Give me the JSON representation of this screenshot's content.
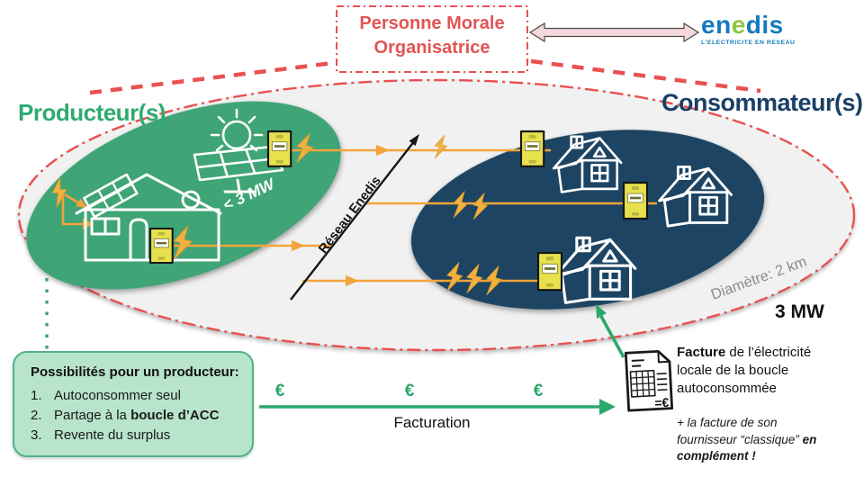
{
  "header": {
    "pmo_line1": "Personne Morale",
    "pmo_line2": "Organisatrice",
    "logo": {
      "part1": "en",
      "part2": "e",
      "part3": "dis",
      "tagline": "L'ELECTRICITE EN RESEAU"
    }
  },
  "zones": {
    "producers_label": "Producteur(s)",
    "consumers_label": "Consommateur(s)",
    "capacity_limit": "< 3 MW",
    "network_label": "Réseau Enedis",
    "diameter_label": "Diamètre: 2 km",
    "power_label": "3 MW"
  },
  "producer_options": {
    "title": "Possibilités pour un producteur:",
    "items": [
      {
        "num": "1.",
        "text": "Autoconsommer seul",
        "bold": ""
      },
      {
        "num": "2.",
        "text": "Partage à la ",
        "bold": "boucle d’ACC"
      },
      {
        "num": "3.",
        "text": "Revente du surplus",
        "bold": ""
      }
    ]
  },
  "billing": {
    "euro": "€",
    "label": "Facturation",
    "invoice_icon_text": "=€",
    "invoice_title_bold": "Facture",
    "invoice_title_rest": " de l’électricité locale de la boucle autoconsommée",
    "note_italic": "+ la facture de son fournisseur “classique” ",
    "note_bold_italic": "en complément !"
  },
  "colors": {
    "producer_green": "#3FA476",
    "producer_text": "#2FAB72",
    "consumer_navy": "#1D4563",
    "consumer_text": "#1B3F66",
    "accent_red": "#E85150",
    "line_orange": "#F3A43A",
    "bolt_yellow": "#F2B13E",
    "billing_green": "#2AA86D",
    "enedis_blue": "#1579BD",
    "enedis_green": "#8DC63F"
  }
}
